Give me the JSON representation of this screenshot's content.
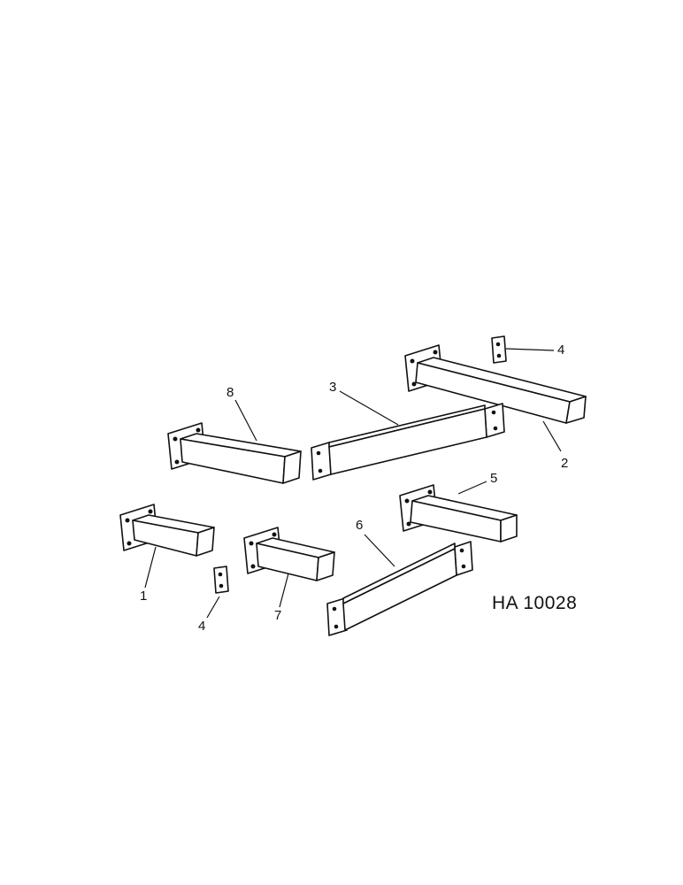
{
  "figure_ref": "HA 10028",
  "callouts": {
    "c1": "1",
    "c2": "2",
    "c3": "3",
    "c4a": "4",
    "c4b": "4",
    "c5": "5",
    "c6": "6",
    "c7": "7",
    "c8": "8"
  },
  "parts": [
    {
      "id": "1",
      "shape": "short-bracket-with-mounting-plate"
    },
    {
      "id": "2",
      "shape": "long-bracket-with-mounting-plate"
    },
    {
      "id": "3",
      "shape": "angle-bar-with-end-plates"
    },
    {
      "id": "4",
      "shape": "small-plate"
    },
    {
      "id": "5",
      "shape": "medium-bracket-with-mounting-plate"
    },
    {
      "id": "6",
      "shape": "angle-bar-with-end-plates"
    },
    {
      "id": "7",
      "shape": "short-bracket-with-mounting-plate"
    },
    {
      "id": "8",
      "shape": "medium-bracket-with-mounting-plate"
    }
  ]
}
